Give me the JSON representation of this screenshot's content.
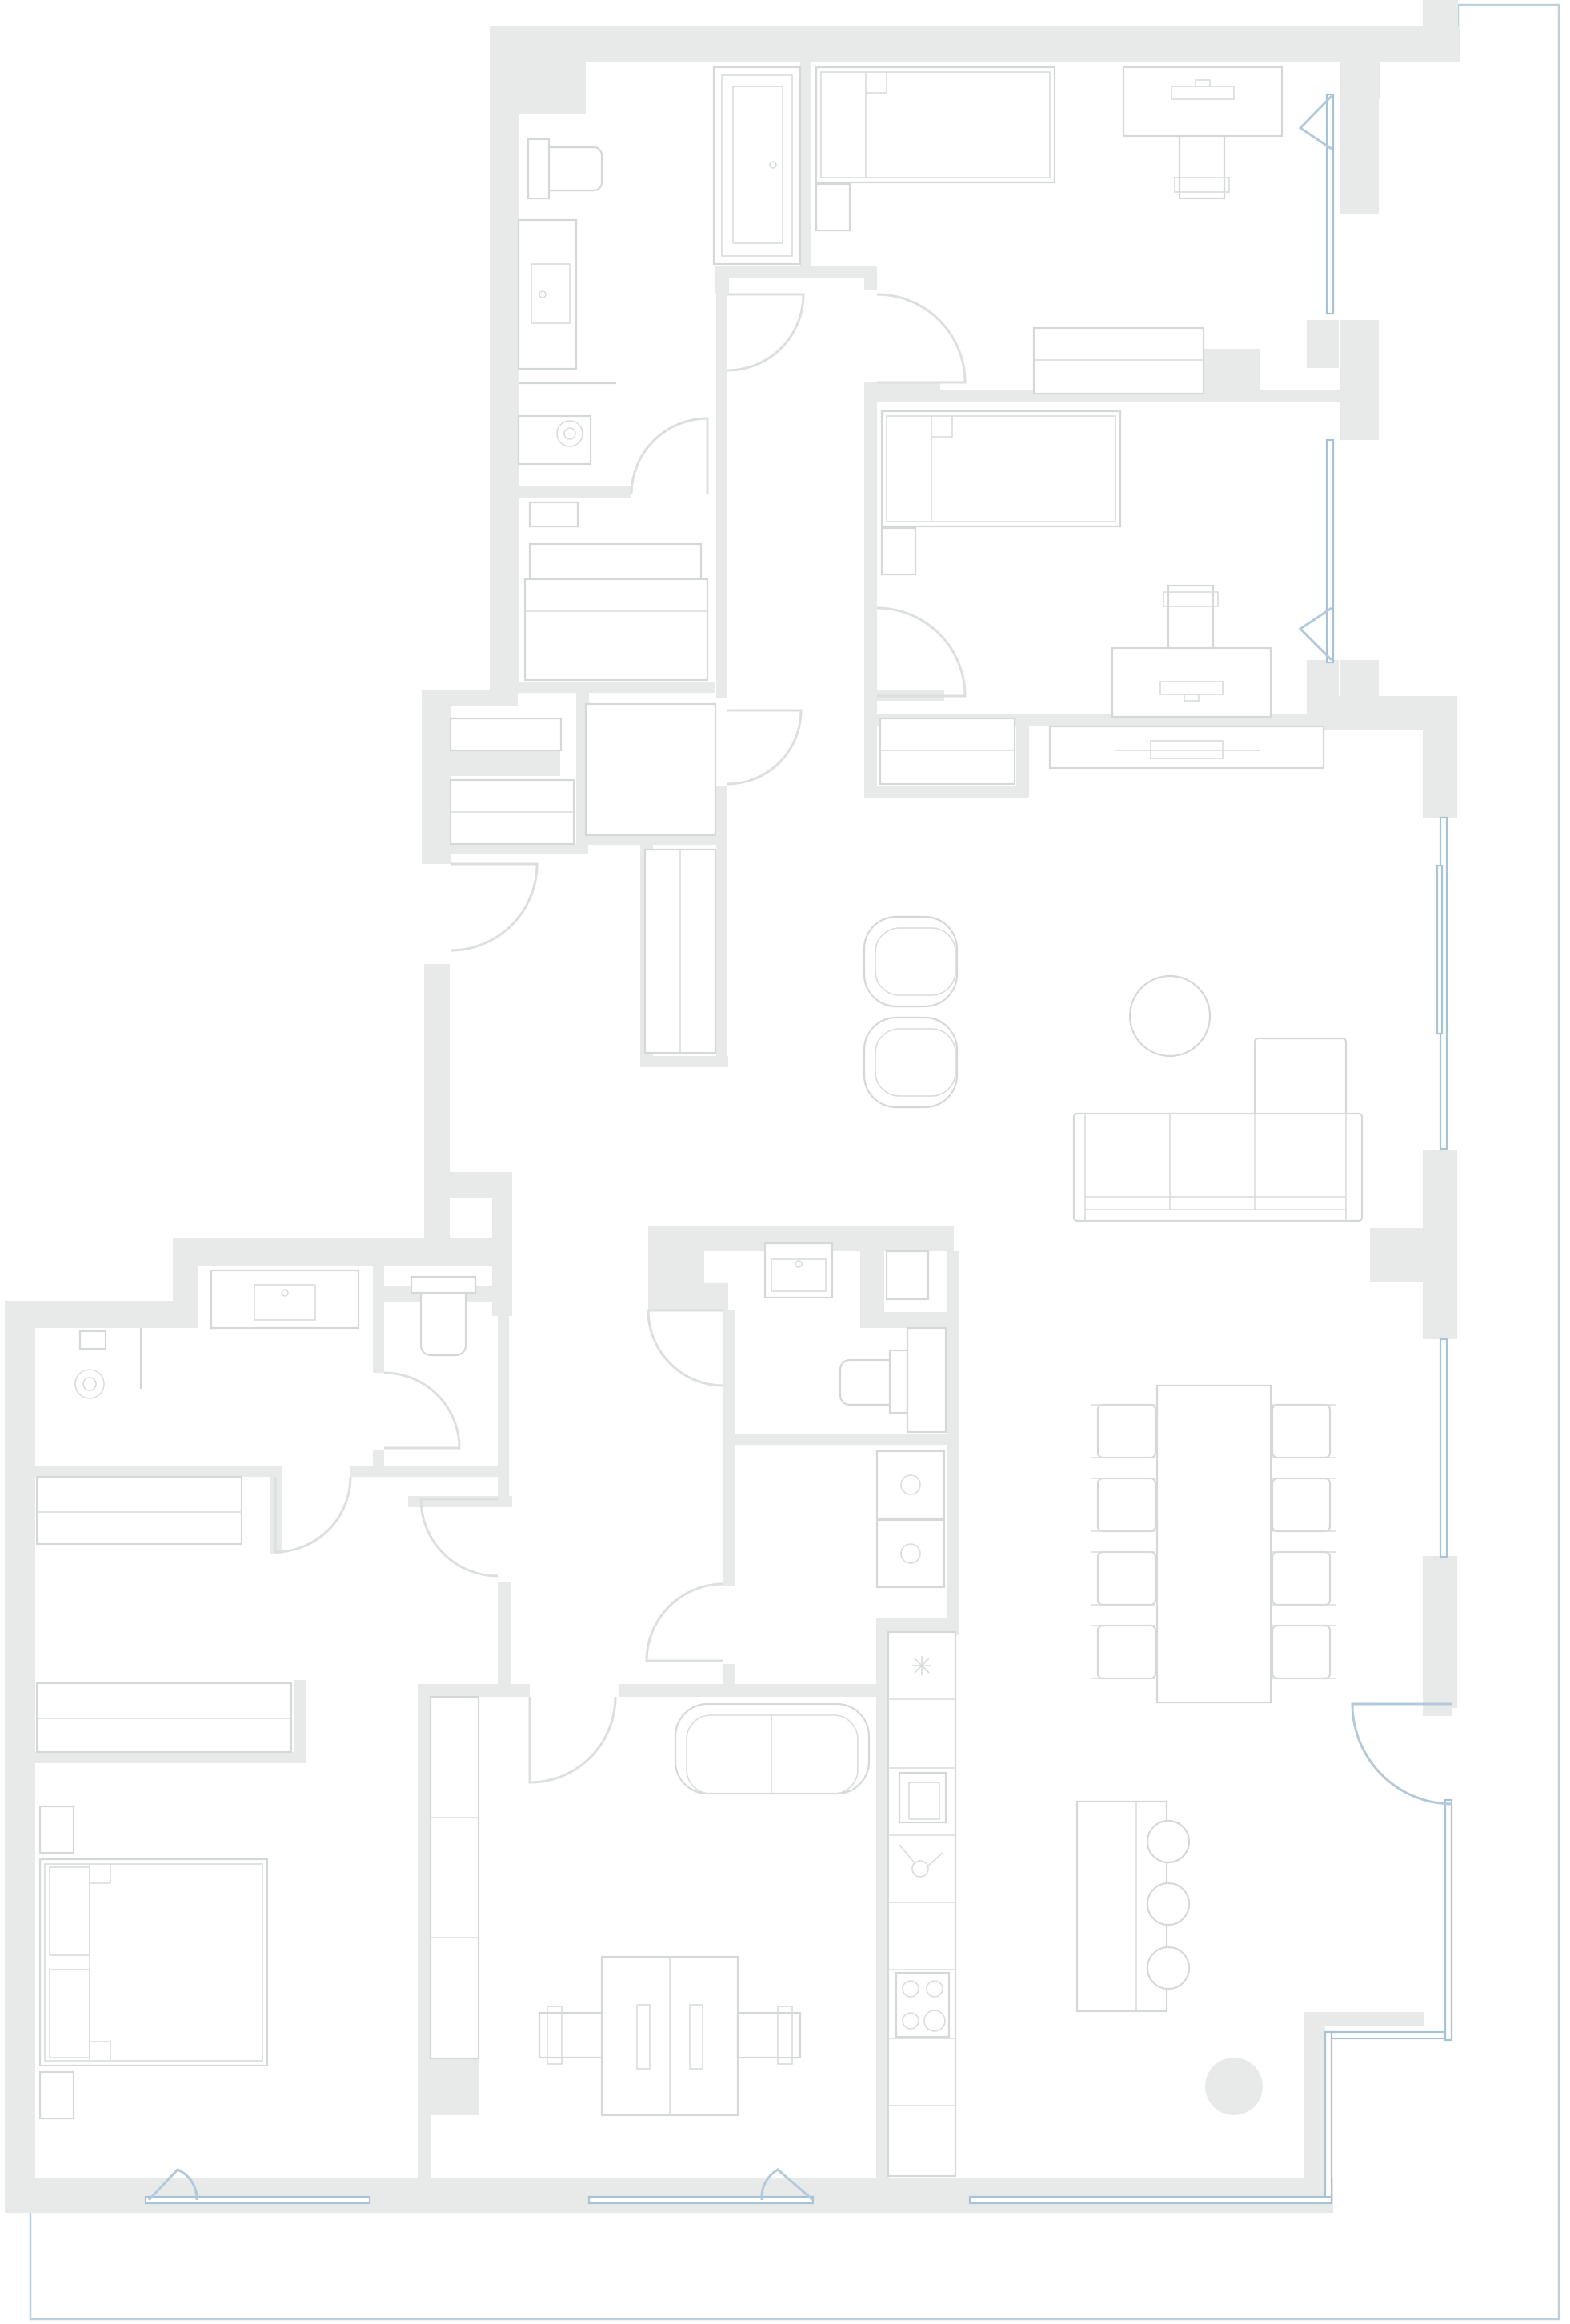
{
  "drawing": {
    "type": "apartment floor plan",
    "text": "",
    "colors": {
      "wall": "#e8eaea",
      "furniture_line": "#d5d8d8",
      "window": "#a9c3d6",
      "background": "#ffffff"
    }
  },
  "rooms": [
    {
      "id": "bathroom-top",
      "fixtures": [
        "bathtub",
        "toilet",
        "vanity-sink",
        "shower"
      ]
    },
    {
      "id": "bedroom-top-1",
      "fixtures": [
        "single-bed",
        "nightstand",
        "desk",
        "chair",
        "wardrobe"
      ]
    },
    {
      "id": "bedroom-top-2",
      "fixtures": [
        "single-bed",
        "nightstand",
        "desk",
        "chair",
        "wardrobe"
      ]
    },
    {
      "id": "laundry",
      "fixtures": [
        "counter",
        "cabinet"
      ]
    },
    {
      "id": "hallway",
      "fixtures": [
        "shelving",
        "wardrobe"
      ]
    },
    {
      "id": "living-room",
      "fixtures": [
        "sectional-sofa",
        "armchair",
        "armchair",
        "coffee-table",
        "tv-console"
      ]
    },
    {
      "id": "dining-area",
      "fixtures": [
        "dining-table",
        "chair",
        "chair",
        "chair",
        "chair",
        "chair",
        "chair",
        "chair",
        "chair"
      ]
    },
    {
      "id": "kitchen",
      "fixtures": [
        "island",
        "bar-stool",
        "bar-stool",
        "bar-stool",
        "fridge",
        "sink",
        "cooktop",
        "oven",
        "dishwasher",
        "plant"
      ]
    },
    {
      "id": "guest-toilet",
      "fixtures": [
        "toilet",
        "sink"
      ]
    },
    {
      "id": "utility",
      "fixtures": [
        "washer",
        "dryer"
      ]
    },
    {
      "id": "bathroom-master",
      "fixtures": [
        "double-vanity",
        "toilet",
        "shower"
      ]
    },
    {
      "id": "master-bedroom",
      "fixtures": [
        "double-bed",
        "nightstand",
        "nightstand",
        "wardrobe",
        "wardrobe"
      ]
    },
    {
      "id": "study",
      "fixtures": [
        "double-desk",
        "chair",
        "chair",
        "sofa",
        "bookshelf"
      ]
    }
  ]
}
